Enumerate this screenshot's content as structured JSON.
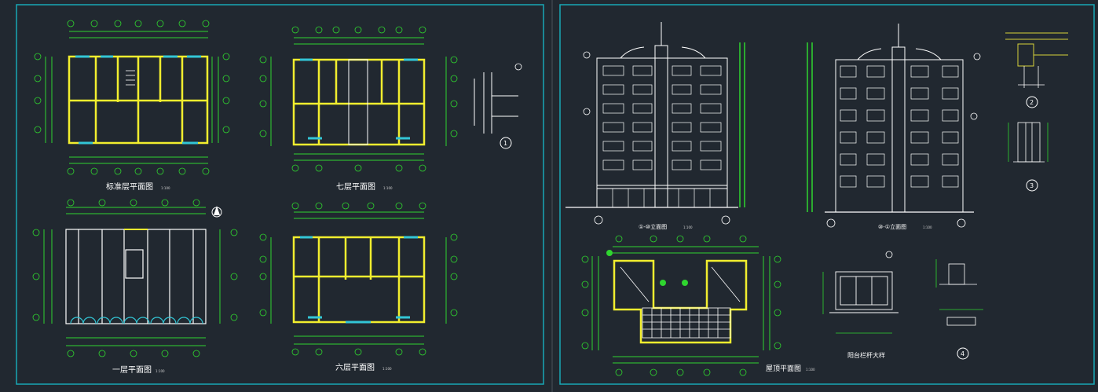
{
  "colors": {
    "background": "#212830",
    "frame": "#19a7b5",
    "wall": "#f2ee2e",
    "dimension": "#2fd52f",
    "line": "#ffffff",
    "window": "#33c6d6",
    "accent": "#d8d23a"
  },
  "sheets": {
    "left": {
      "panels": [
        {
          "title": "标准层平面图",
          "scale": "1:100"
        },
        {
          "title": "七层平面图",
          "scale": "1:100"
        },
        {
          "title": "一层平面图",
          "scale": "1:100"
        },
        {
          "title": "六层平面图",
          "scale": "1:100"
        }
      ],
      "detail_marker": "1"
    },
    "right": {
      "elevations": [
        {
          "title": "①-⑩立面图",
          "scale": "1:100"
        },
        {
          "title": "⑩-①立面图",
          "scale": "1:100"
        }
      ],
      "roof_plan": {
        "title": "屋顶平面图",
        "scale": "1:100"
      },
      "railing_detail": {
        "title": "阳台栏杆大样"
      },
      "detail_markers": [
        "2",
        "3",
        "4"
      ]
    }
  }
}
